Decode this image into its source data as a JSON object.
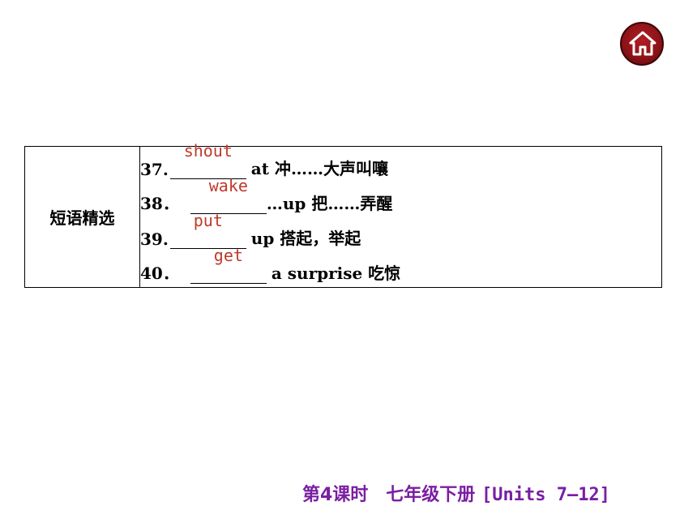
{
  "nav": {
    "home_icon": "home-icon"
  },
  "table": {
    "category": "短语精选",
    "items": [
      {
        "num": "37.",
        "answer": "shout",
        "sep": "",
        "rest": "at 冲……大声叫嚷"
      },
      {
        "num": "38．",
        "answer": "wake",
        "sep": "",
        "rest": "…up 把……弄醒"
      },
      {
        "num": "39.",
        "answer": "put",
        "sep": "",
        "rest": "up 搭起，举起"
      },
      {
        "num": "40．",
        "answer": "get",
        "sep": "",
        "rest": "a surprise 吃惊"
      }
    ]
  },
  "footer": {
    "lesson": "第4课时　七年级下册",
    "units": "[Units 7—12]"
  },
  "colors": {
    "answer": "#c0392b",
    "footer": "#7a1fa2",
    "home_button": "#8a1216"
  }
}
